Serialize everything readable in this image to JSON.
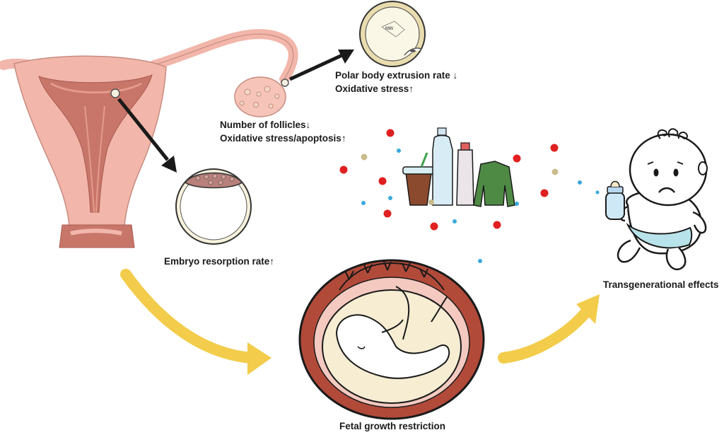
{
  "labels": {
    "polar_body": "Polar body extrusion rate ↓",
    "oxidative_oocyte": "Oxidative stress↑",
    "follicles": "Number of follicles↓",
    "oxidative_apoptosis": "Oxidative stress/apoptosis↑",
    "embryo_resorption": "Embryo resorption rate↑",
    "transgenerational": "Transgenerational effects",
    "fetal_growth": "Fetal growth restriction"
  },
  "colors": {
    "uterus_outer": "#f2b6aa",
    "uterus_inner": "#c8766a",
    "yellow_arrow": "#f2cc4a",
    "black_arrow": "#1a1a1a",
    "red_dot": "#e02020",
    "blue_dot": "#3aa8dc",
    "tan_dot": "#c9bb8c",
    "diaper": "#b9e3ea",
    "sweater": "#4f8a45",
    "cup": "#8b4a2e"
  }
}
